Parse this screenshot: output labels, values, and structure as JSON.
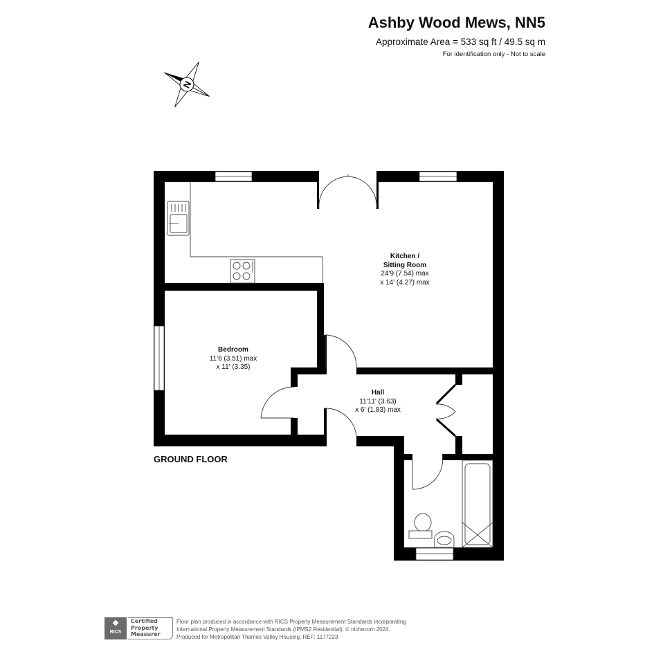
{
  "header": {
    "title": "Ashby Wood Mews, NN5",
    "area": "Approximate Area = 533 sq ft /  49.5 sq m",
    "identification": "For identification only - Not to scale"
  },
  "compass": {
    "label": "N"
  },
  "rooms": {
    "kitchen": {
      "name_line1": "Kitchen /",
      "name_line2": "Sitting Room",
      "dim1": "24'9 (7.54) max",
      "dim2": "x 14' (4.27) max"
    },
    "bedroom": {
      "name": "Bedroom",
      "dim1": "11'6 (3.51) max",
      "dim2": "x 11' (3.35)"
    },
    "hall": {
      "name": "Hall",
      "dim1": "11'11' (3.63)",
      "dim2": "x 6' (1.83) max"
    }
  },
  "floor_label": "GROUND FLOOR",
  "footer": {
    "badge_logo": "RICS",
    "badge_text": [
      "Certified",
      "Property",
      "Measurer"
    ],
    "lines": [
      "Floor plan produced in accordance with RICS Property Measurement Standards incorporating",
      "International Property Measurement Standards (IPMS2 Residential).   © nichecom 2024.",
      "Produced for Metropolitan Thames Valley Housing.   REF:  1177223"
    ]
  },
  "colors": {
    "wall": "#000000",
    "line": "#333333",
    "badge": "#6b6b6b"
  }
}
